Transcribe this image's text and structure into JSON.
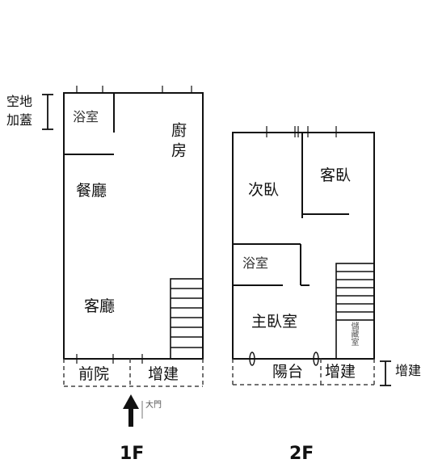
{
  "plan_1f": {
    "floor_label": "1F",
    "rooms": {
      "bath": "浴室",
      "kitchen": "廚房",
      "dining": "餐廳",
      "living": "客廳",
      "front_yard": "前院",
      "extension": "增建"
    },
    "side_note_line1": "空地",
    "side_note_line2": "加蓋",
    "gate": "大門"
  },
  "plan_2f": {
    "floor_label": "2F",
    "rooms": {
      "second_bedroom": "次臥",
      "guest_bedroom": "客臥",
      "bath": "浴室",
      "master_bedroom": "主臥室",
      "balcony": "陽台",
      "extension": "增建",
      "storage": "儲藏室"
    },
    "side_note": "增建"
  },
  "colors": {
    "line": "#111111",
    "dashed": "#444444",
    "background": "#ffffff"
  }
}
